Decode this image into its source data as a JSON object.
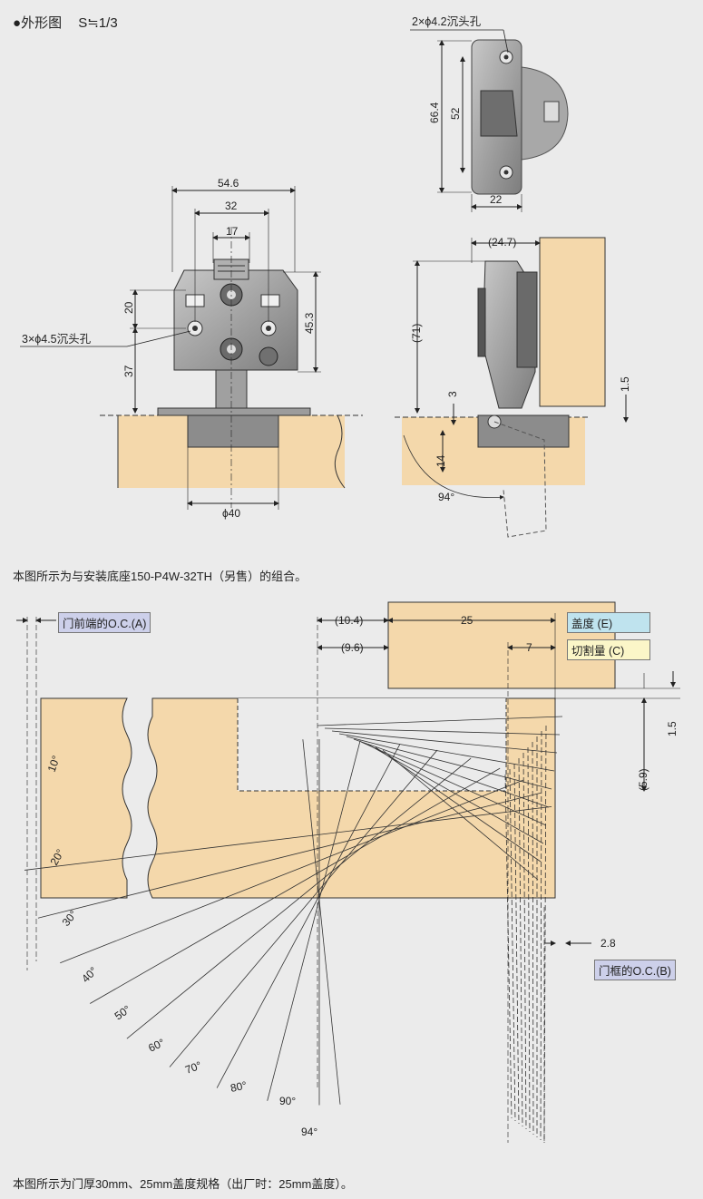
{
  "title": {
    "bullet": "●",
    "text": "外形图",
    "scale": "S≒1/3"
  },
  "top_view": {
    "holes": "2×ϕ4.2沉头孔",
    "d_66_4": "66.4",
    "d_52": "52",
    "d_22": "22"
  },
  "front_view": {
    "holes": "3×ϕ4.5沉头孔",
    "d_54_6": "54.6",
    "d_32": "32",
    "d_17": "17",
    "d_20": "20",
    "d_37": "37",
    "d_45_3": "45.3",
    "d_40": "ϕ40"
  },
  "side_view": {
    "d_24_7": "(24.7)",
    "d_71": "(71)",
    "d_3": "3",
    "d_14": "14",
    "d_1_5": "1.5",
    "angle": "94°"
  },
  "caption1": "本图所示为与安装底座150-P4W-32TH（另售）的组合。",
  "bottom_view": {
    "label_a": "门前端的O.C.(A)",
    "label_b": "门框的O.C.(B)",
    "label_e": "盖度 (E)",
    "label_c": "切割量 (C)",
    "d_10_4": "(10.4)",
    "d_9_6": "(9.6)",
    "d_25": "25",
    "d_7": "7",
    "d_1_5": "1.5",
    "d_5_9": "(5.9)",
    "d_2_8": "2.8",
    "angles": [
      "10°",
      "20°",
      "30°",
      "40°",
      "50°",
      "60°",
      "70°",
      "80°",
      "90°",
      "94°"
    ]
  },
  "caption2": "本图所示为门厚30mm、25mm盖度规格（出厂时：25mm盖度）。",
  "colors": {
    "wood": "#f4d8ab",
    "metal": "#9a9a9a",
    "box_e": "#bfe3ee",
    "box_c": "#fbf6c8",
    "box_a": "#cdd0ea"
  }
}
